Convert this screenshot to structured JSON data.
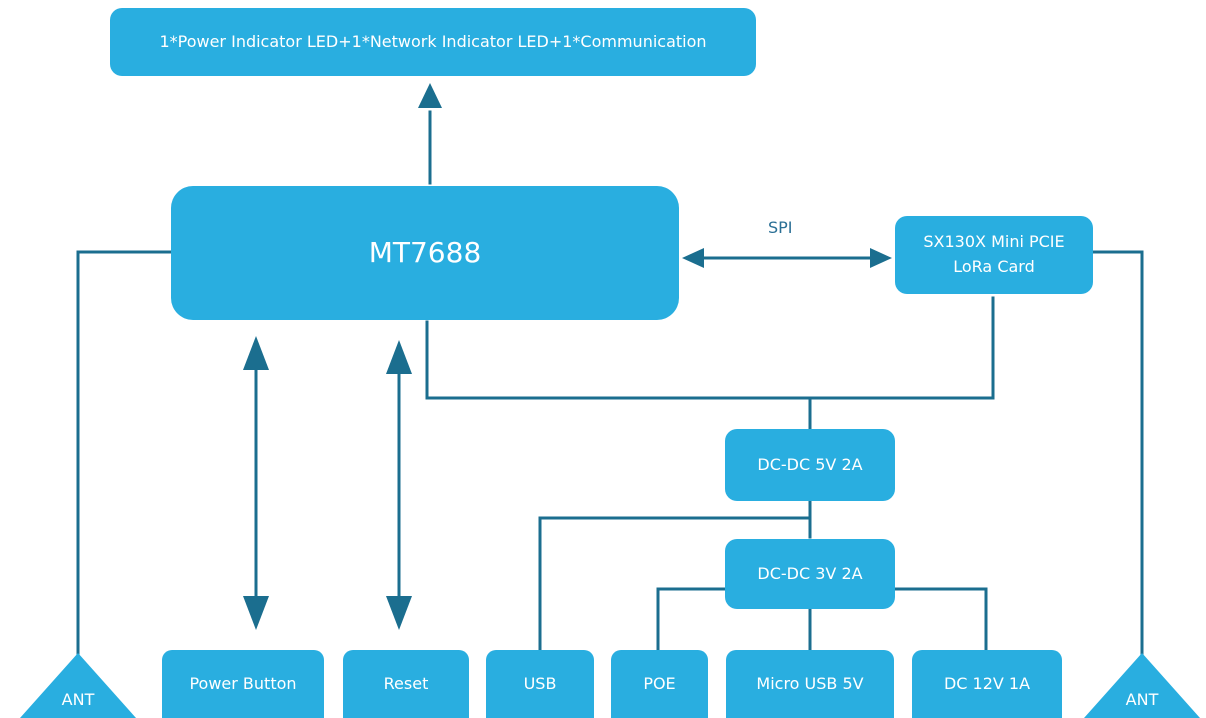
{
  "nodes": {
    "indicators": "1*Power Indicator LED+1*Network Indicator LED+1*Communication",
    "mt7688": "MT7688",
    "lora_line1": "SX130X Mini PCIE",
    "lora_line2": "LoRa Card",
    "dcdc5": "DC-DC 5V 2A",
    "dcdc3": "DC-DC 3V 2A",
    "power_button": "Power Button",
    "reset": "Reset",
    "usb": "USB",
    "poe": "POE",
    "micro_usb": "Micro USB 5V",
    "dc12": "DC 12V 1A",
    "ant_left": "ANT",
    "ant_right": "ANT"
  },
  "edge_labels": {
    "spi": "SPI"
  },
  "colors": {
    "node_fill": "#29aee0",
    "line": "#1b6e8f",
    "text": "#ffffff"
  }
}
